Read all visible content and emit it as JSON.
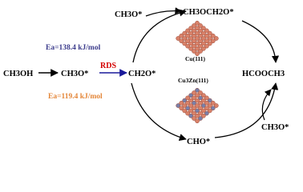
{
  "species": {
    "methanol": "CH3OH",
    "methoxy": "CH3O*",
    "formaldehyde": "CH2O*",
    "methoxy_top": "CH3O*",
    "hemiacetal": "CH3OCH2O*",
    "methyl_formate": "HCOOCH3",
    "formyl": "CHO*",
    "methoxy_bottom": "CH3O*"
  },
  "labels": {
    "rds": "RDS",
    "ea_cu": "Ea=138.4 kJ/mol",
    "ea_cu3zn": "Ea=119.4 kJ/mol",
    "surface_cu": "Cu(111)",
    "surface_cu3zn": "Cu3Zn(111)"
  },
  "colors": {
    "text": "#000000",
    "rds": "#d40000",
    "ea_cu": "#3c3c8c",
    "ea_cu3zn": "#e4873a",
    "arrow": "#000000",
    "rds_arrow": "#1a1a9a",
    "cu_atom": "#d9826a",
    "cu_atom_dark": "#9a4a38",
    "zn_atom": "#7a7fa8"
  },
  "icons": {
    "cu_slab": "cu-111-slab-illustration",
    "cu3zn_slab": "cu3zn-111-slab-illustration"
  }
}
